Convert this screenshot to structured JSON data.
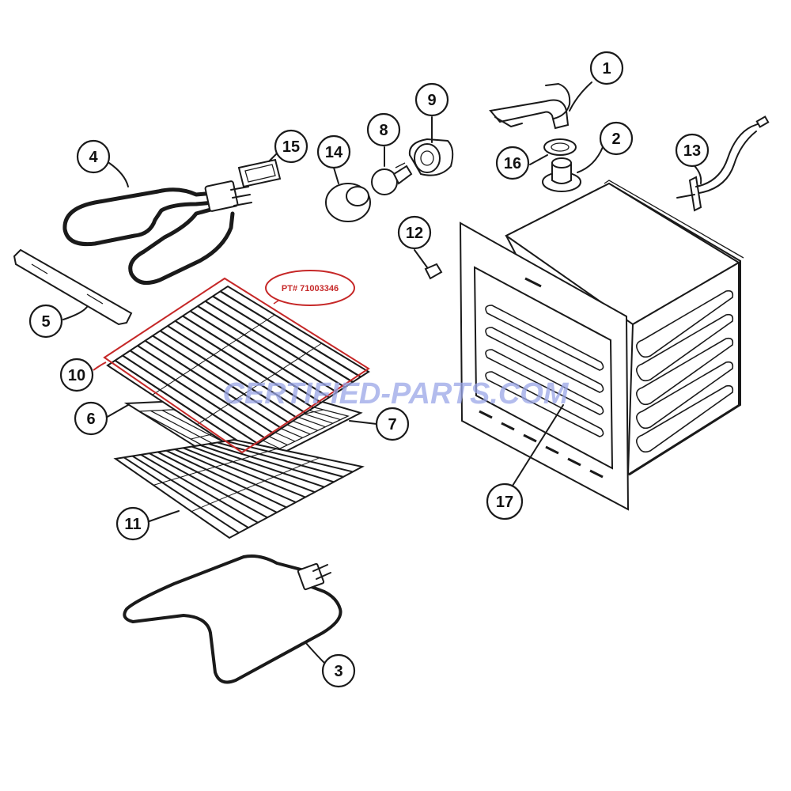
{
  "callouts": {
    "c1": "1",
    "c2": "2",
    "c3": "3",
    "c4": "4",
    "c5": "5",
    "c6": "6",
    "c7": "7",
    "c8": "8",
    "c9": "9",
    "c10": "10",
    "c11": "11",
    "c12": "12",
    "c13": "13",
    "c14": "14",
    "c15": "15",
    "c16": "16",
    "c17": "17"
  },
  "highlight": {
    "label": "PT# 71003346",
    "callout": "10",
    "color": "#c62828"
  },
  "watermark": {
    "text": "CERTIFIED-PARTS.COM",
    "color": "#9aa6e8"
  }
}
